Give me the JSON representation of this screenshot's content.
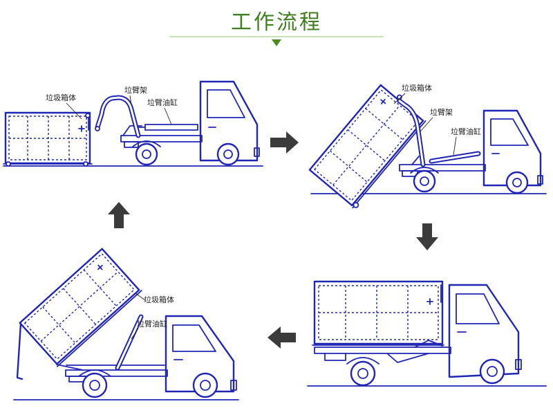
{
  "title": "工作流程",
  "colors": {
    "title": "#3f7f1f",
    "rule": "#a9cf8a",
    "marker": "#4b8c1f",
    "drawing": "#1f25b5",
    "label": "#222222",
    "arrow": "#3b3b3b",
    "background": "#ffffff"
  },
  "stages": [
    {
      "labels": [
        "垃圾箱体",
        "垃臂架",
        "垃臂油缸"
      ]
    },
    {
      "labels": [
        "垃圾箱体",
        "垃臂架",
        "垃臂油缸"
      ]
    },
    {
      "labels": []
    },
    {
      "labels": [
        "垃圾箱体",
        "垃臂油缸"
      ]
    }
  ],
  "arrows": [
    {
      "icon": "arrow-right-icon"
    },
    {
      "icon": "arrow-down-icon"
    },
    {
      "icon": "arrow-left-icon"
    },
    {
      "icon": "arrow-up-icon"
    }
  ]
}
